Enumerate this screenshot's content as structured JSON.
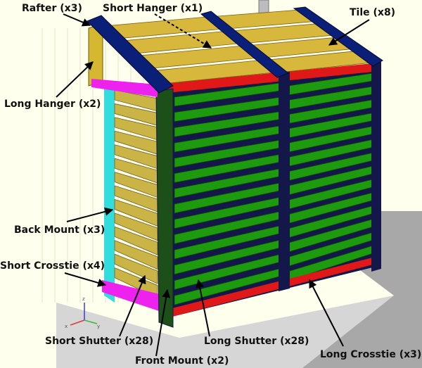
{
  "colors": {
    "background": "#ffffee",
    "floor": "#d6d6d6",
    "floor_dark": "#a8a8a8",
    "grid": "#e6e6c8",
    "rafter": "#0a1f78",
    "frame": "#14174a",
    "hanger": "#d6b830",
    "tile": "#d8b83c",
    "long_shutter": "#1e9a0e",
    "short_shutter": "#c9b445",
    "crosstie": "#ee22ee",
    "back_mount": "#33dddd",
    "front_mount": "#1d4f18",
    "red_strip": "#e01818",
    "arrow": "#000000"
  },
  "axes_icon": {
    "x": "x",
    "y": "y",
    "z": "z"
  },
  "labels": {
    "rafter": "Rafter (x3)",
    "short_hanger": "Short Hanger (x1)",
    "tile": "Tile (x8)",
    "long_hanger": "Long Hanger (x2)",
    "back_mount": "Back Mount (x3)",
    "short_crosstie": "Short Crosstie (x4)",
    "short_shutter": "Short Shutter (x28)",
    "long_shutter": "Long Shutter (x28)",
    "front_mount": "Front Mount (x2)",
    "long_crosstie": "Long Crosstie (x3)"
  },
  "counts": {
    "tiles": 8,
    "long_shutters": 28,
    "short_shutters": 28
  }
}
